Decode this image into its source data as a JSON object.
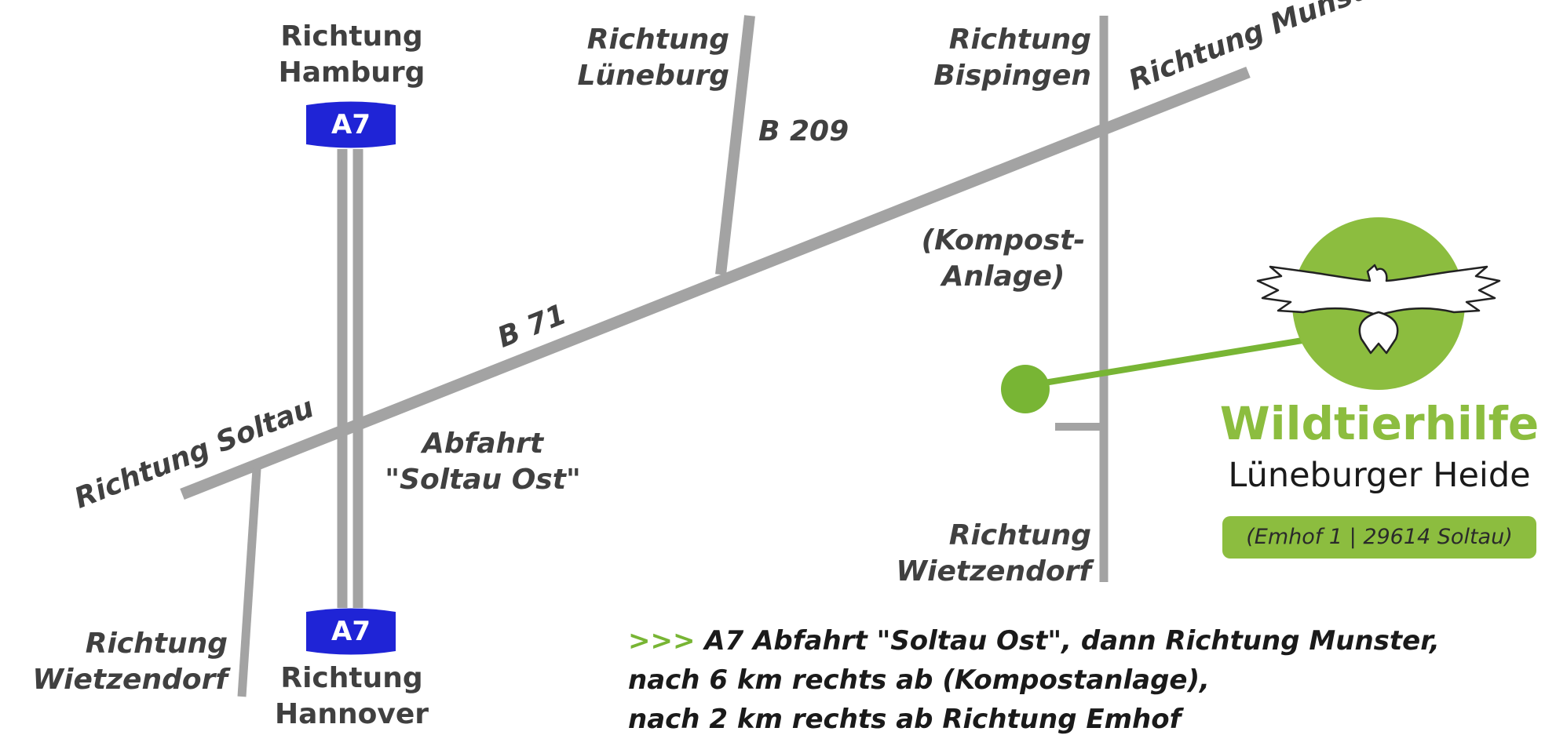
{
  "colors": {
    "road": "#a3a3a3",
    "autobahn_blue": "#1f24d6",
    "brand_green": "#8cbd3f",
    "dot_green": "#78b534",
    "label_text": "#404040"
  },
  "map": {
    "autobahn": {
      "north_label": "Richtung\nHamburg",
      "north_shield": "A7",
      "south_shield": "A7",
      "south_label": "Richtung\nHannover"
    },
    "b71": {
      "name": "B 71",
      "west_label": "Richtung Soltau",
      "east_label": "Richtung Munster"
    },
    "b209": {
      "name": "B 209",
      "north_label": "Richtung\nLüneburg"
    },
    "exit_label": "Abfahrt\n\"Soltau Ost\"",
    "southwest_label": "Richtung\nWietzendorf",
    "east_road": {
      "north_label": "Richtung\nBispingen",
      "landmark_label": "(Kompost-\nAnlage)",
      "south_label": "Richtung\nWietzendorf"
    }
  },
  "brand": {
    "logo_icon": "eagle-icon",
    "name": "Wildtierhilfe",
    "subtitle": "Lüneburger Heide",
    "address": "(Emhof 1 | 29614 Soltau)"
  },
  "directions": {
    "arrows": ">>>",
    "line1": " A7 Abfahrt \"Soltau Ost\", dann Richtung Munster,",
    "line2": "nach 6 km rechts ab (Kompostanlage),",
    "line3": "nach 2 km rechts ab Richtung Emhof"
  }
}
